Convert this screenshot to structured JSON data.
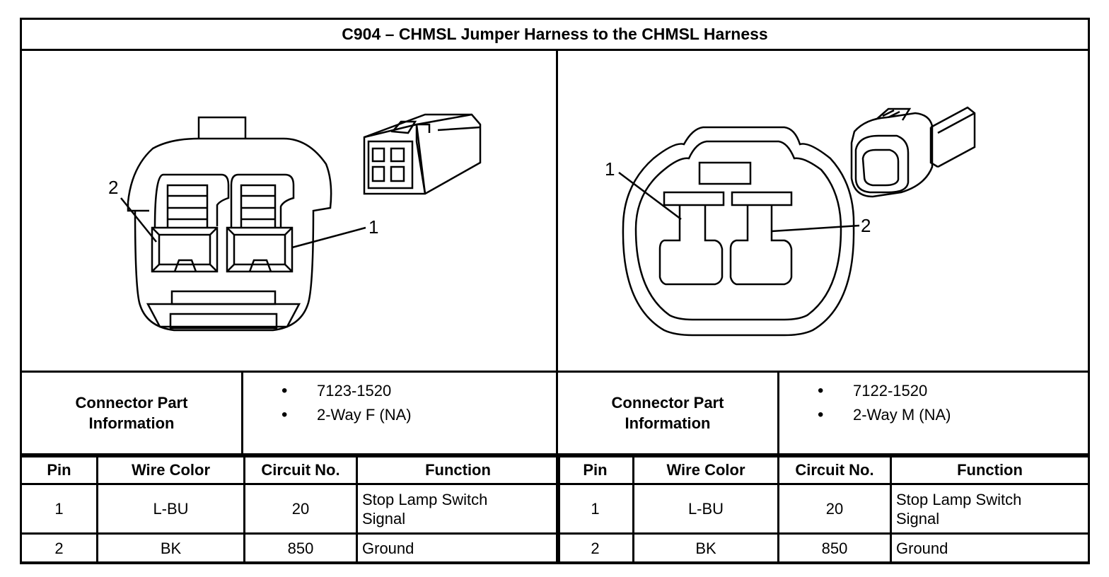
{
  "title": "C904 – CHMSL Jumper Harness to the CHMSL Harness",
  "left": {
    "pin_labels": [
      "2",
      "1"
    ],
    "connector_info_label": [
      "Connector Part",
      "Information"
    ],
    "part_info": [
      "7123-1520",
      "2-Way F (NA)"
    ],
    "table": {
      "headers": [
        "Pin",
        "Wire Color",
        "Circuit No.",
        "Function"
      ],
      "rows": [
        {
          "pin": "1",
          "wire_color": "L-BU",
          "circuit": "20",
          "function": [
            "Stop Lamp Switch",
            "Signal"
          ]
        },
        {
          "pin": "2",
          "wire_color": "BK",
          "circuit": "850",
          "function": [
            "Ground"
          ]
        }
      ]
    }
  },
  "right": {
    "pin_labels": [
      "1",
      "2"
    ],
    "connector_info_label": [
      "Connector Part",
      "Information"
    ],
    "part_info": [
      "7122-1520",
      "2-Way M (NA)"
    ],
    "table": {
      "headers": [
        "Pin",
        "Wire Color",
        "Circuit No.",
        "Function"
      ],
      "rows": [
        {
          "pin": "1",
          "wire_color": "L-BU",
          "circuit": "20",
          "function": [
            "Stop Lamp Switch",
            "Signal"
          ]
        },
        {
          "pin": "2",
          "wire_color": "BK",
          "circuit": "850",
          "function": [
            "Ground"
          ]
        }
      ]
    }
  },
  "icons": [
    "female-connector-face-icon",
    "female-connector-3d-icon",
    "male-connector-face-icon",
    "male-connector-3d-icon"
  ]
}
